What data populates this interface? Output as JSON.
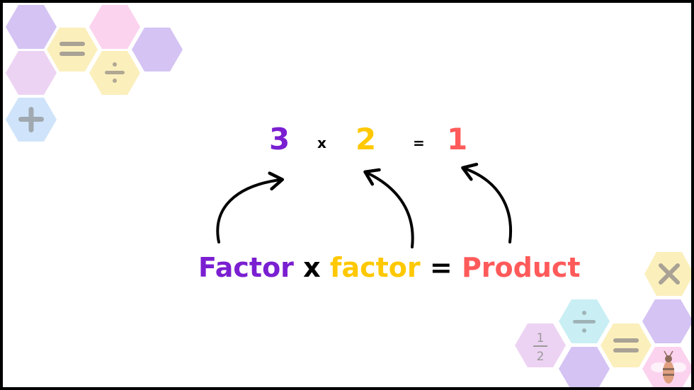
{
  "colors": {
    "factor1": "#7a1fd1",
    "factor2": "#ffc800",
    "product": "#ff5a5a",
    "operator": "#000000",
    "hex_purple": "#d4c3f3",
    "hex_lilac": "#edd3f3",
    "hex_pink": "#fbd3ee",
    "hex_yellow": "#fbefbc",
    "hex_blue": "#cfe4fa",
    "hex_teal": "#c9eff5",
    "hex_symbol": "#9a9a9a"
  },
  "equation": {
    "factor1": "3",
    "times": "x",
    "factor2": "2",
    "equals": "=",
    "product": "1"
  },
  "caption": {
    "factor1": "Factor",
    "times": "x",
    "factor2": "factor",
    "equals": "=",
    "product": "Product"
  },
  "decor_symbols": {
    "equals": "=",
    "divide": "÷",
    "plus": "+",
    "times": "×",
    "half": "½"
  },
  "icons": [
    "bee-icon"
  ]
}
